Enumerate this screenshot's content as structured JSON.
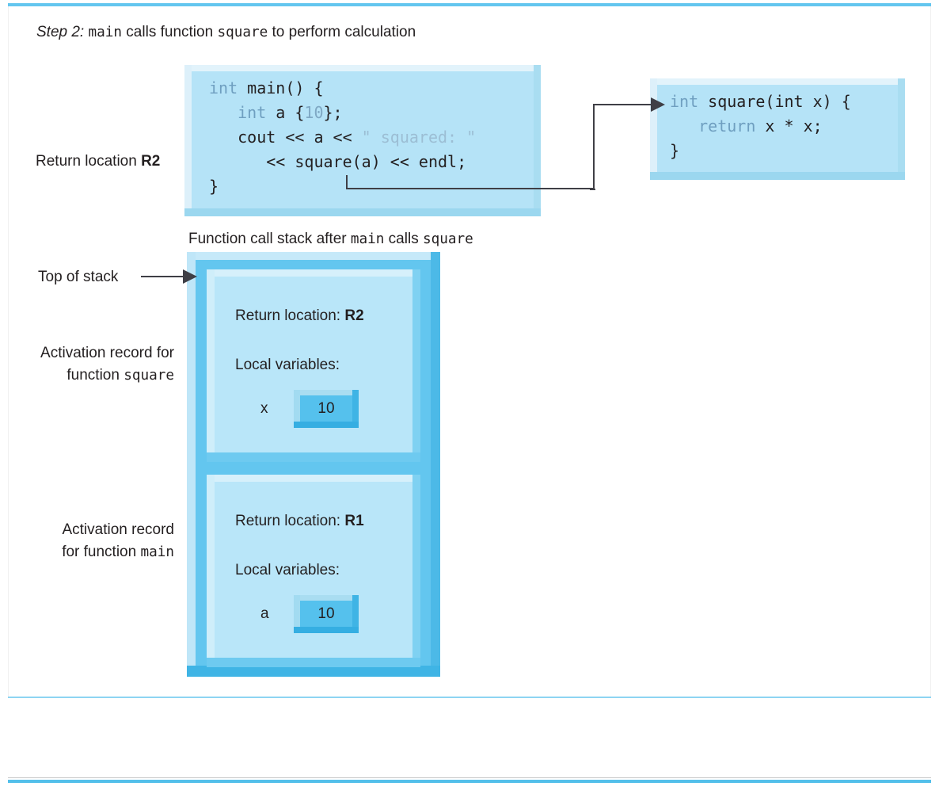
{
  "caption": {
    "step": "Step 2:",
    "text_1": "main",
    "text_2": " calls function ",
    "text_3": "square",
    "text_4": " to perform calculation"
  },
  "code_main": {
    "line1_kw": "int",
    "line1_rest": " main() {",
    "line2_indent": "   ",
    "line2_kw": "int",
    "line2_mid": " a {",
    "line2_lit": "10",
    "line2_end": "};",
    "line3": "   cout << a << ",
    "line3_str": "\" squared: \"",
    "line4": "      << square(a) << endl;",
    "line5": "}"
  },
  "code_square": {
    "line1_kw": "int",
    "line1_rest": " square(int x) {",
    "line2_indent": "   ",
    "line2_kw": "return",
    "line2_rest": " x * x;",
    "line3": "}"
  },
  "stack": {
    "title_1": "Function call stack after ",
    "title_2": "main",
    "title_3": " calls ",
    "title_4": "square",
    "records": [
      {
        "return_label": "Return location:",
        "return_value": "R2",
        "locals_label": "Local variables:",
        "var_name": "x",
        "var_value": "10"
      },
      {
        "return_label": "Return location:",
        "return_value": "R1",
        "locals_label": "Local variables:",
        "var_name": "a",
        "var_value": "10"
      }
    ]
  },
  "labels": {
    "return_location_text": "Return location ",
    "return_location_value": "R2",
    "top_of_stack": "Top of stack",
    "activation_square_line1": "Activation record for",
    "activation_square_line2a": "function ",
    "activation_square_line2b": "square",
    "activation_main_line1": "Activation record",
    "activation_main_line2a": "for function ",
    "activation_main_line2b": "main"
  },
  "colors": {
    "rule": "#63c6ef",
    "box_face": "#b5e3f7",
    "stack_frame": "#63c6ef",
    "record_frame": "#9edcf4",
    "record_face": "#b9e6f9",
    "value_face": "#55c1ed",
    "keyword": "#6f9fc0",
    "string": "#9cbed4",
    "text": "#231f20",
    "arrow": "#3f3f46"
  }
}
